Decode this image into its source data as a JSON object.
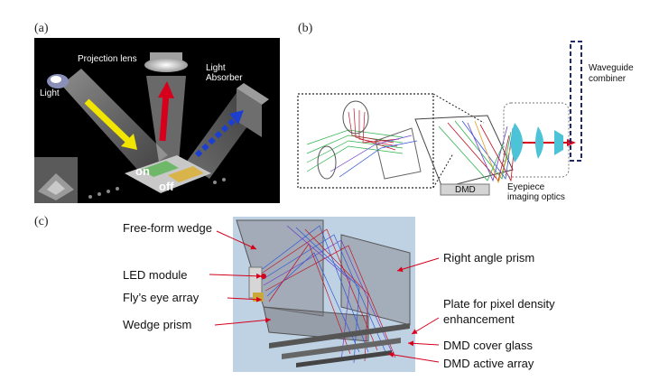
{
  "panels": {
    "a": {
      "label": "(a)",
      "labels": {
        "projection_lens": "Projection lens",
        "light": "Light",
        "light_absorber": "Light Absorber",
        "on": "on",
        "off": "off"
      }
    },
    "b": {
      "label": "(b)",
      "labels": {
        "waveguide_combiner": "Waveguide combiner",
        "dmd": "DMD",
        "eyepiece_imaging_optics": "Eyepiece imaging optics"
      }
    },
    "c": {
      "label": "(c)",
      "labels": {
        "free_form_wedge": "Free-form wedge",
        "led_module": "LED module",
        "flys_eye_array": "Fly’s eye array",
        "wedge_prism": "Wedge prism",
        "right_angle_prism": "Right angle prism",
        "plate_pixel_density": "Plate for pixel density enhancement",
        "dmd_cover_glass": "DMD cover glass",
        "dmd_active_array": "DMD active array"
      }
    }
  },
  "colors": {
    "arrow_red": "#d6001c",
    "arrow_yellow": "#f2e600",
    "arrow_blue": "#1c3fd0",
    "lens_cyan": "#4cc3d6",
    "waveguide_navy": "#1f2a6b"
  }
}
